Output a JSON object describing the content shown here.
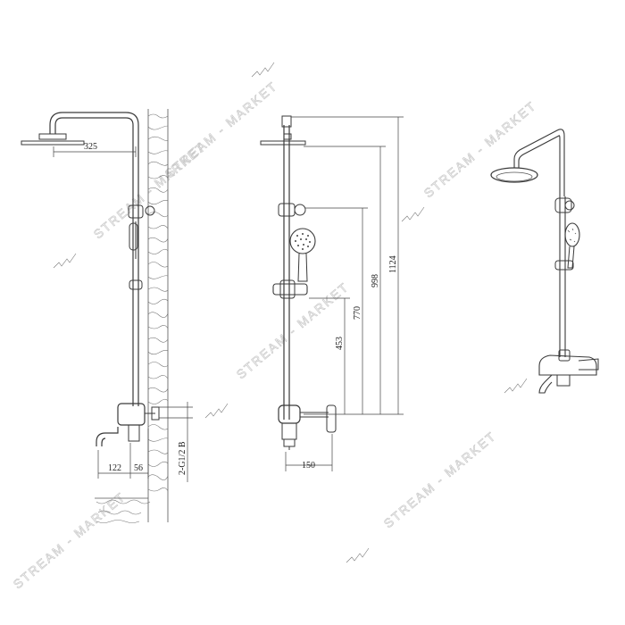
{
  "dimensions": {
    "arm_reach": "325",
    "spout_reach": "122",
    "spout_offset": "56",
    "connection": "2-G1/2 B",
    "bracket_depth": "150",
    "height_453": "453",
    "height_770": "770",
    "height_998": "998",
    "height_1124": "1124"
  },
  "watermark": {
    "text": "STREAM - MARKET"
  }
}
